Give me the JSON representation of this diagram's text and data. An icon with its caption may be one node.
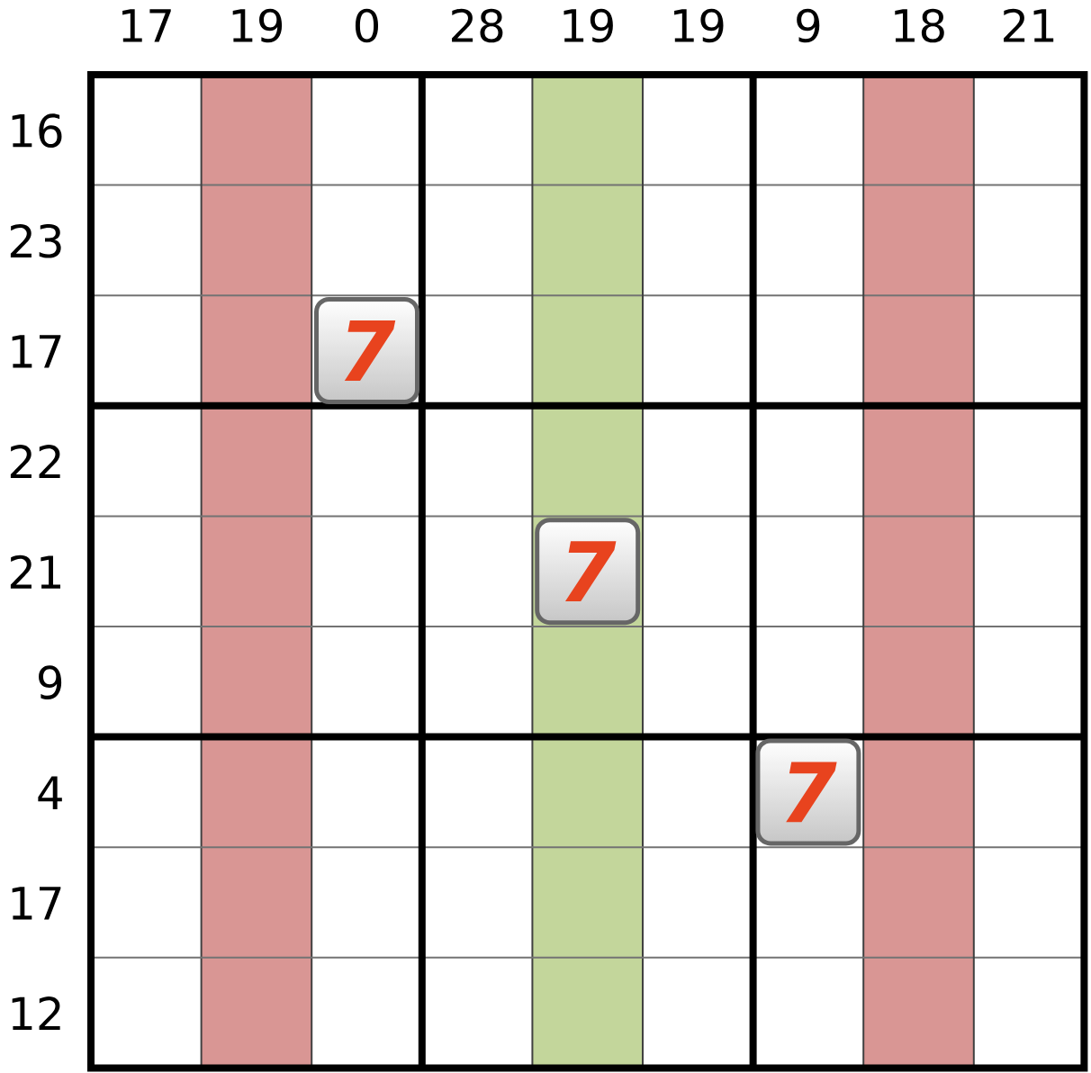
{
  "diagram": {
    "nodes": [
      {
        "text": [
          "7"
        ]
      },
      {
        "text": [
          "7"
        ]
      },
      {
        "text": [
          "7"
        ]
      }
    ],
    "labels": [
      "17",
      "19",
      "0",
      "28",
      "19",
      "19",
      "9",
      "18",
      "21",
      "16",
      "23",
      "17",
      "22",
      "21",
      "9",
      "4",
      "17",
      "12"
    ]
  }
}
